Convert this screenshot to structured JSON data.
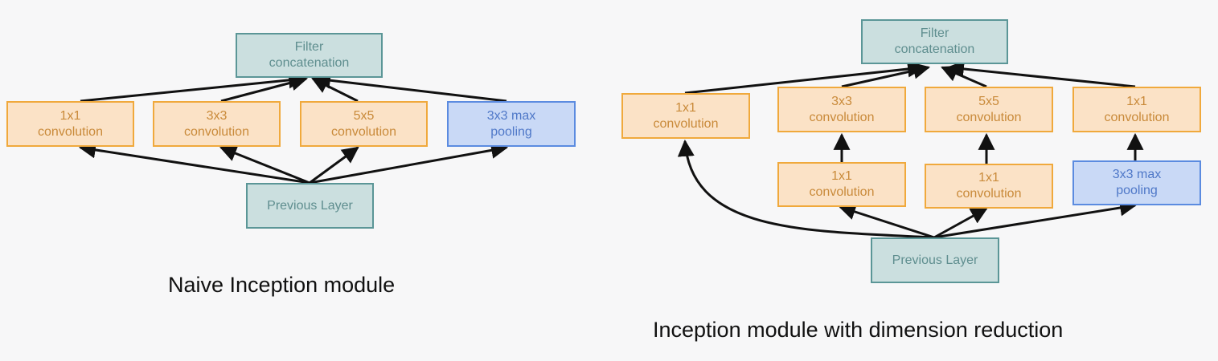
{
  "naive": {
    "caption": "Naive Inception module",
    "filter_concat": [
      "Filter",
      "concatenation"
    ],
    "previous_layer": "Previous Layer",
    "branches": [
      {
        "line1": "1x1",
        "line2": "convolution",
        "kind": "conv"
      },
      {
        "line1": "3x3",
        "line2": "convolution",
        "kind": "conv"
      },
      {
        "line1": "5x5",
        "line2": "convolution",
        "kind": "conv"
      },
      {
        "line1": "3x3 max",
        "line2": "pooling",
        "kind": "pool"
      }
    ]
  },
  "reduced": {
    "caption": "Inception module with dimension reduction",
    "filter_concat": [
      "Filter",
      "concatenation"
    ],
    "previous_layer": "Previous Layer",
    "top_branches": [
      {
        "line1": "1x1",
        "line2": "convolution",
        "kind": "conv"
      },
      {
        "line1": "3x3",
        "line2": "convolution",
        "kind": "conv"
      },
      {
        "line1": "5x5",
        "line2": "convolution",
        "kind": "conv"
      },
      {
        "line1": "1x1",
        "line2": "convolution",
        "kind": "conv"
      }
    ],
    "bottom_branches": [
      {
        "line1": "1x1",
        "line2": "convolution",
        "kind": "conv"
      },
      {
        "line1": "1x1",
        "line2": "convolution",
        "kind": "conv"
      },
      {
        "line1": "3x3 max",
        "line2": "pooling",
        "kind": "pool"
      }
    ]
  },
  "colors": {
    "conv_fill": "#fbe2c6",
    "conv_border": "#f0a93c",
    "pool_fill": "#c9d9f6",
    "pool_border": "#5b8be0",
    "teal_fill": "#cbdfdf",
    "teal_border": "#5b9697",
    "arrow": "#111111"
  }
}
